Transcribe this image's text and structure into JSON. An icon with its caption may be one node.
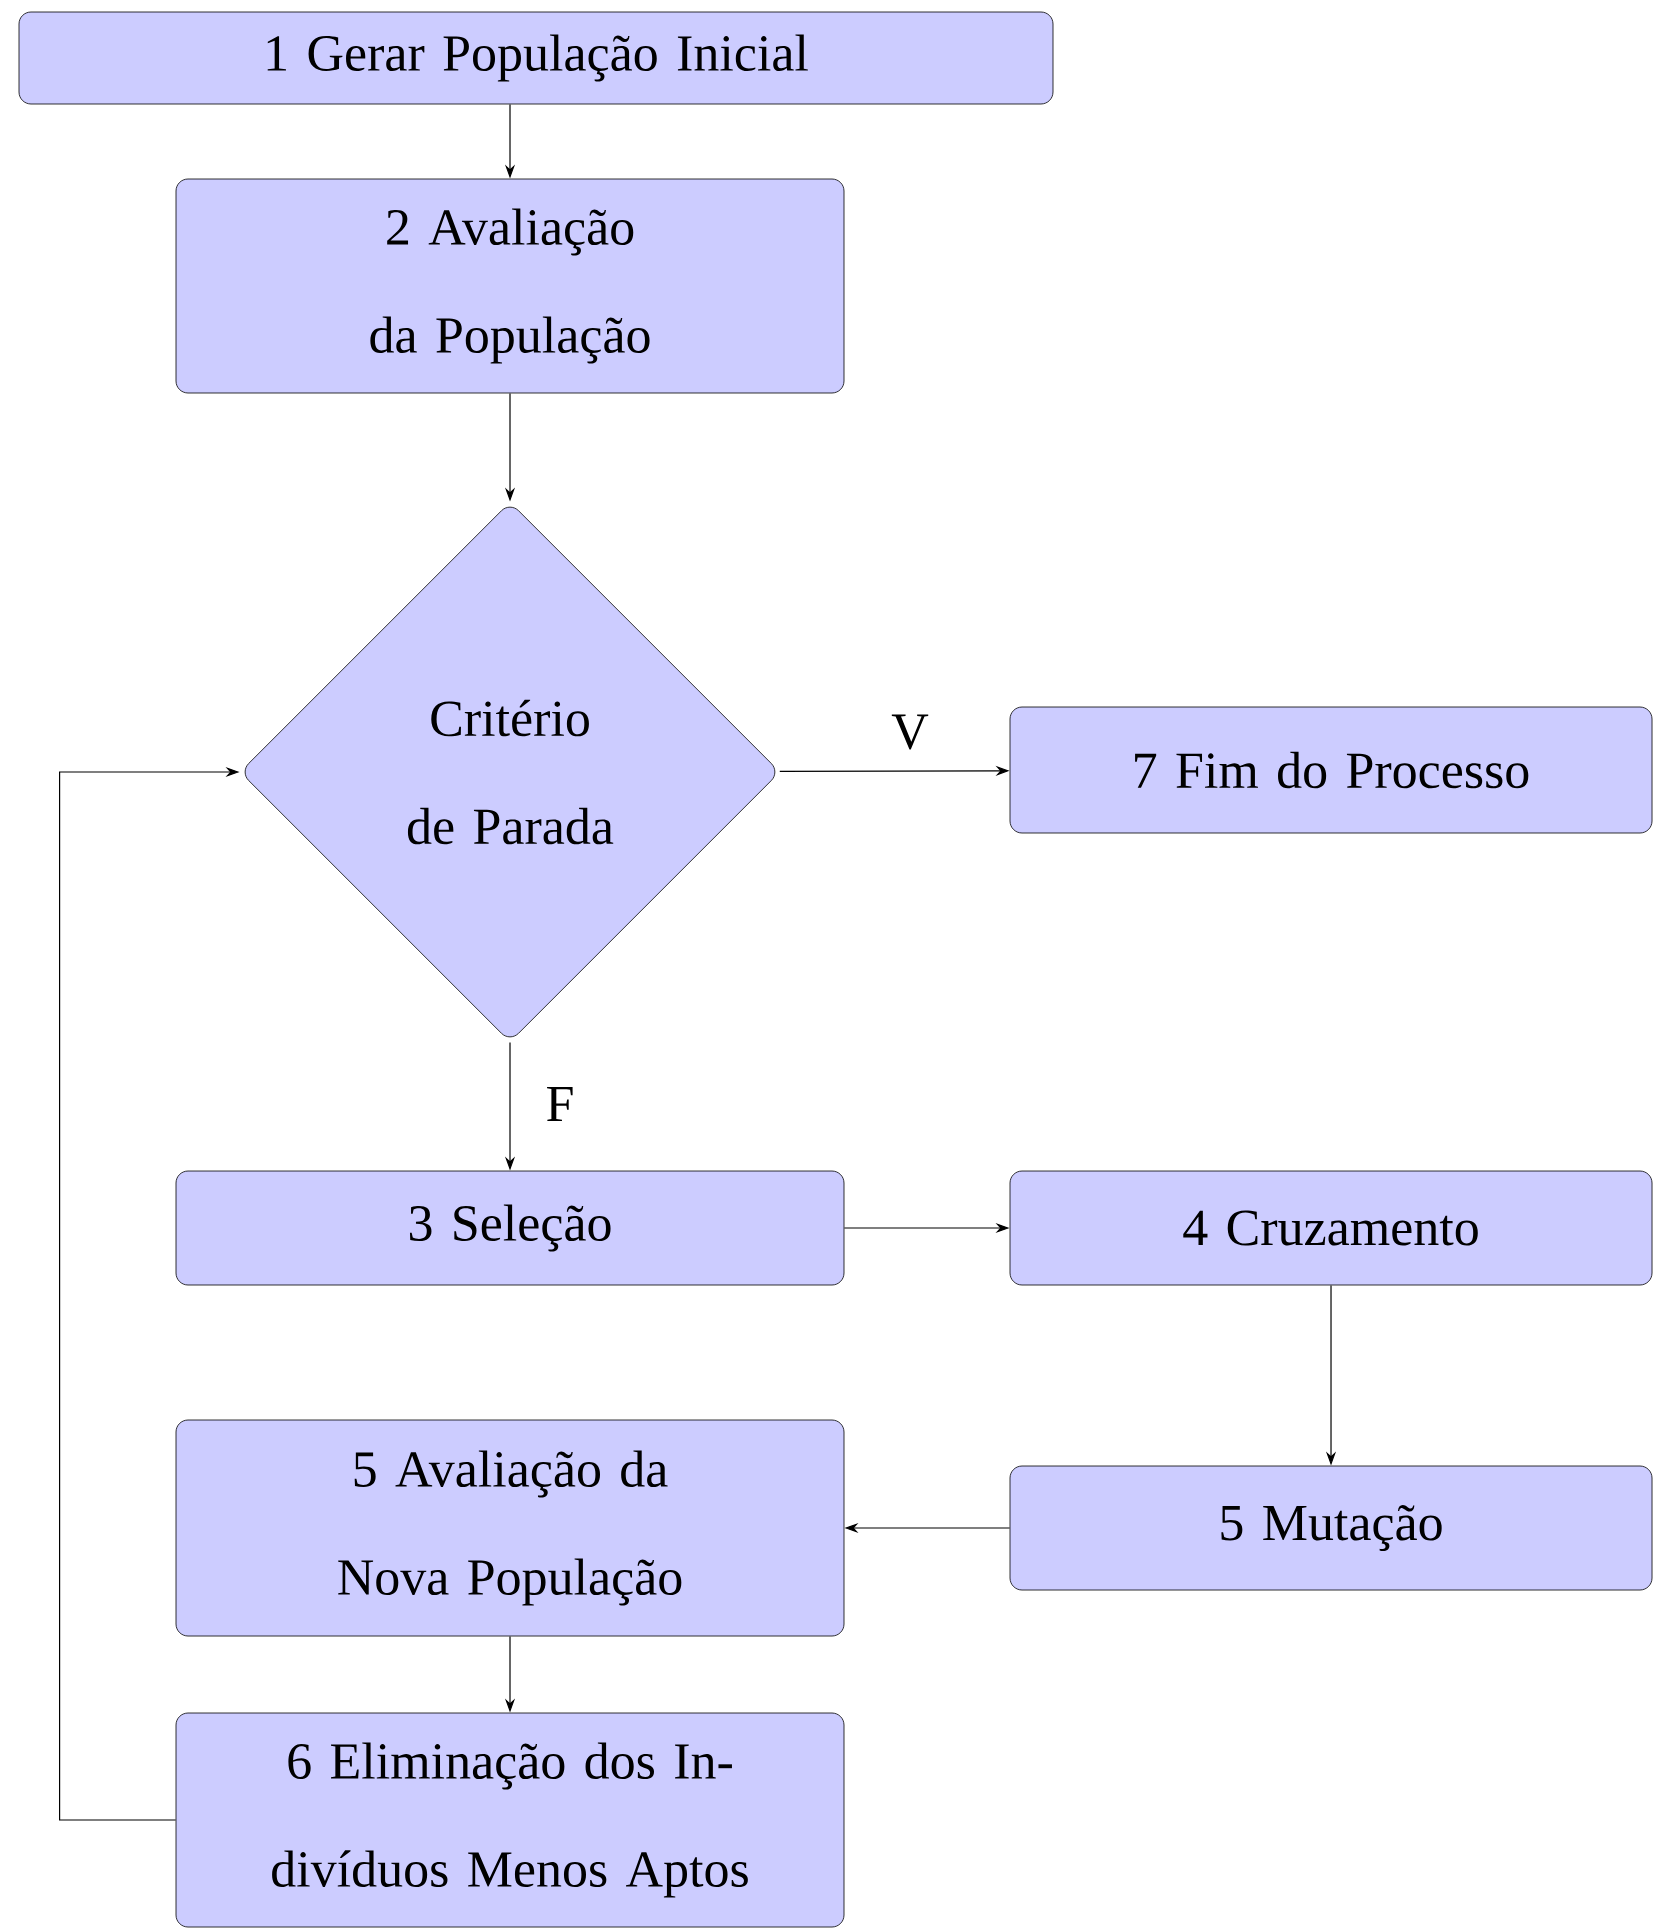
{
  "diagram": {
    "nodes": [
      {
        "text": [
          "1 Gerar População Inicial"
        ]
      },
      {
        "text": [
          "2 Avaliação da População"
        ]
      },
      {
        "text": [
          "Critério de Parada"
        ]
      },
      {
        "text": [
          "7 Fim do Processo"
        ]
      },
      {
        "text": [
          "3 Seleção"
        ]
      },
      {
        "text": [
          "4 Cruzamento"
        ]
      },
      {
        "text": [
          "5 Mutação"
        ]
      },
      {
        "text": [
          "5 Avaliação da Nova População"
        ]
      },
      {
        "text": [
          "6 Eliminação dos In- divíduos Menos Aptos"
        ]
      }
    ],
    "edges": [
      {
        "from": 0,
        "to": 1,
        "arrow": "to"
      },
      {
        "from": 1,
        "to": 2,
        "arrow": "to"
      },
      {
        "from": 2,
        "to": 3,
        "arrow": "to",
        "label": "V"
      },
      {
        "from": 2,
        "to": 4,
        "arrow": "to",
        "label": "F"
      },
      {
        "from": 4,
        "to": 5,
        "arrow": "to"
      },
      {
        "from": 5,
        "to": 6,
        "arrow": "to"
      },
      {
        "from": 6,
        "to": 7,
        "arrow": "to"
      },
      {
        "from": 7,
        "to": 8,
        "arrow": "to"
      },
      {
        "from": 8,
        "to": 2,
        "arrow": "to"
      }
    ]
  }
}
